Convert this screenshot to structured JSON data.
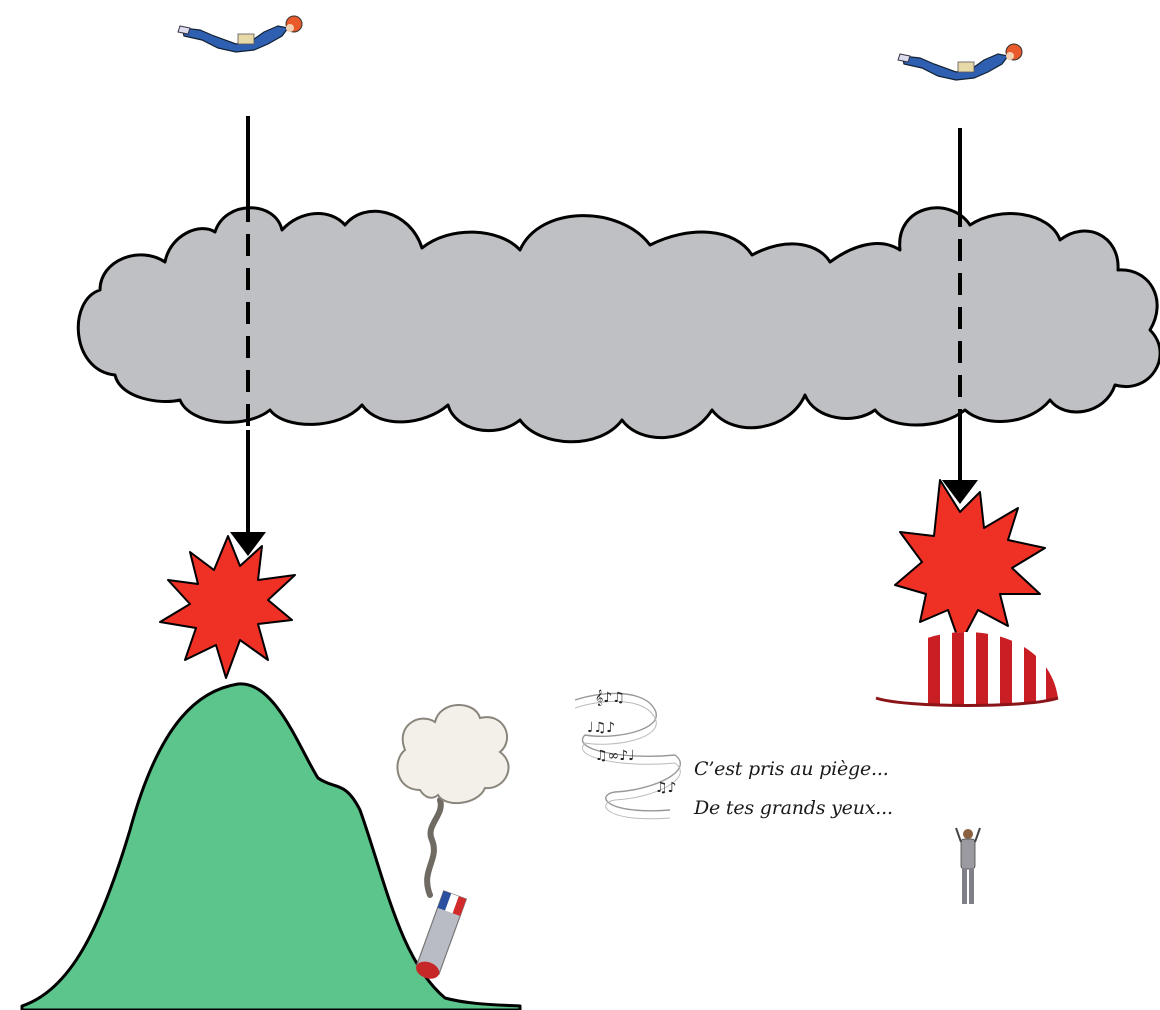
{
  "lyrics": {
    "line1": "C’est pris au piège...",
    "line2": "De tes grands yeux..."
  },
  "icons": [
    "skydiver-icon",
    "skydiver-icon",
    "cloud-shape",
    "explosion-icon",
    "explosion-icon",
    "mountain-shape",
    "smoke-icon",
    "rocket-icon",
    "music-notes-icon",
    "parachute-canopy-icon",
    "standing-person-icon"
  ],
  "colors": {
    "cloud": "#bfc0c3",
    "outline": "#000000",
    "explosion": "#ee3124",
    "mountain": "#5bc58c",
    "suit": "#2f5fb0",
    "helmet": "#e85a2a",
    "canopy_red": "#c81e24"
  }
}
